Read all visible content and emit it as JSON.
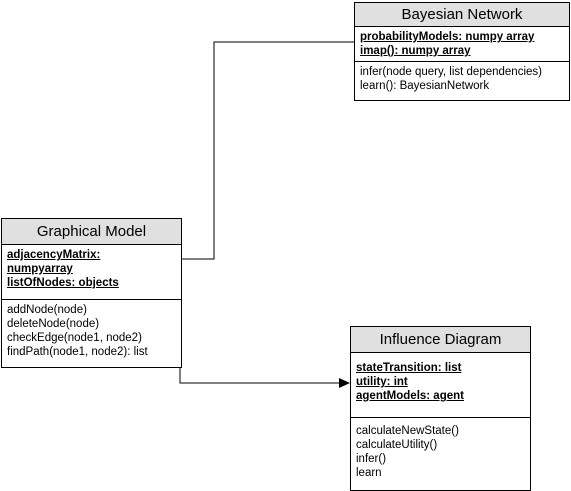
{
  "diagram": {
    "classes": {
      "bayesian_network": {
        "name": "Bayesian Network",
        "attributes": [
          "probabilityModels: numpy array",
          "imap(): numpy array"
        ],
        "operations": [
          "infer(node query, list dependencies)",
          "learn(): BayesianNetwork"
        ]
      },
      "graphical_model": {
        "name": "Graphical Model",
        "attributes": [
          "adjacencyMatrix:",
          "numpyarray",
          "listOfNodes: objects"
        ],
        "operations": [
          "addNode(node)",
          "deleteNode(node)",
          "checkEdge(node1, node2)",
          "findPath(node1, node2): list"
        ]
      },
      "influence_diagram": {
        "name": "Influence Diagram",
        "attributes": [
          "stateTransition: list",
          "utility: int",
          "agentModels: agent"
        ],
        "operations": [
          "calculateNewState()",
          "calculateUtility()",
          "infer()",
          "learn"
        ]
      }
    },
    "connectors": [
      {
        "from": "graphical_model",
        "to": "bayesian_network",
        "arrow": "none"
      },
      {
        "from": "graphical_model",
        "to": "influence_diagram",
        "arrow": "filled-triangle"
      }
    ],
    "colors": {
      "header_fill": "#e0e0e0",
      "line": "#000000",
      "box_fill": "#ffffff"
    }
  }
}
